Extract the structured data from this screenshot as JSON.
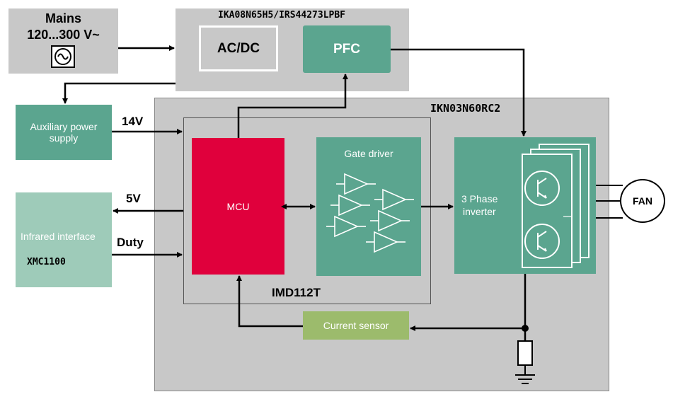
{
  "mains": {
    "title": "Mains",
    "voltage": "120...300 V~",
    "icon": "ac-source-icon"
  },
  "top_chip": {
    "part": "IKA08N65H5/IRS44273LPBF",
    "acdc": "AC/DC",
    "pfc": "PFC"
  },
  "aux": {
    "label_line1": "Auxiliary power",
    "label_line2": "supply"
  },
  "ir": {
    "label": "Infrared interface",
    "part": "XMC1100"
  },
  "signals": {
    "v14": "14V",
    "v5": "5V",
    "duty": "Duty"
  },
  "main_board": {
    "part": "IKN03N60RC2"
  },
  "imd": {
    "part": "IMD112T",
    "mcu": "MCU",
    "gate_driver": "Gate driver"
  },
  "inverter": {
    "label_line1": "3 Phase",
    "label_line2": "inverter",
    "icon": "igbt-icon"
  },
  "current_sensor": {
    "label": "Current sensor"
  },
  "fan": {
    "label": "FAN"
  },
  "colors": {
    "grey": "#c8c8c8",
    "teal": "#5ba58f",
    "light_teal": "#9ecbb9",
    "red": "#e0003c",
    "green": "#9cbb6c",
    "black": "#000000"
  }
}
